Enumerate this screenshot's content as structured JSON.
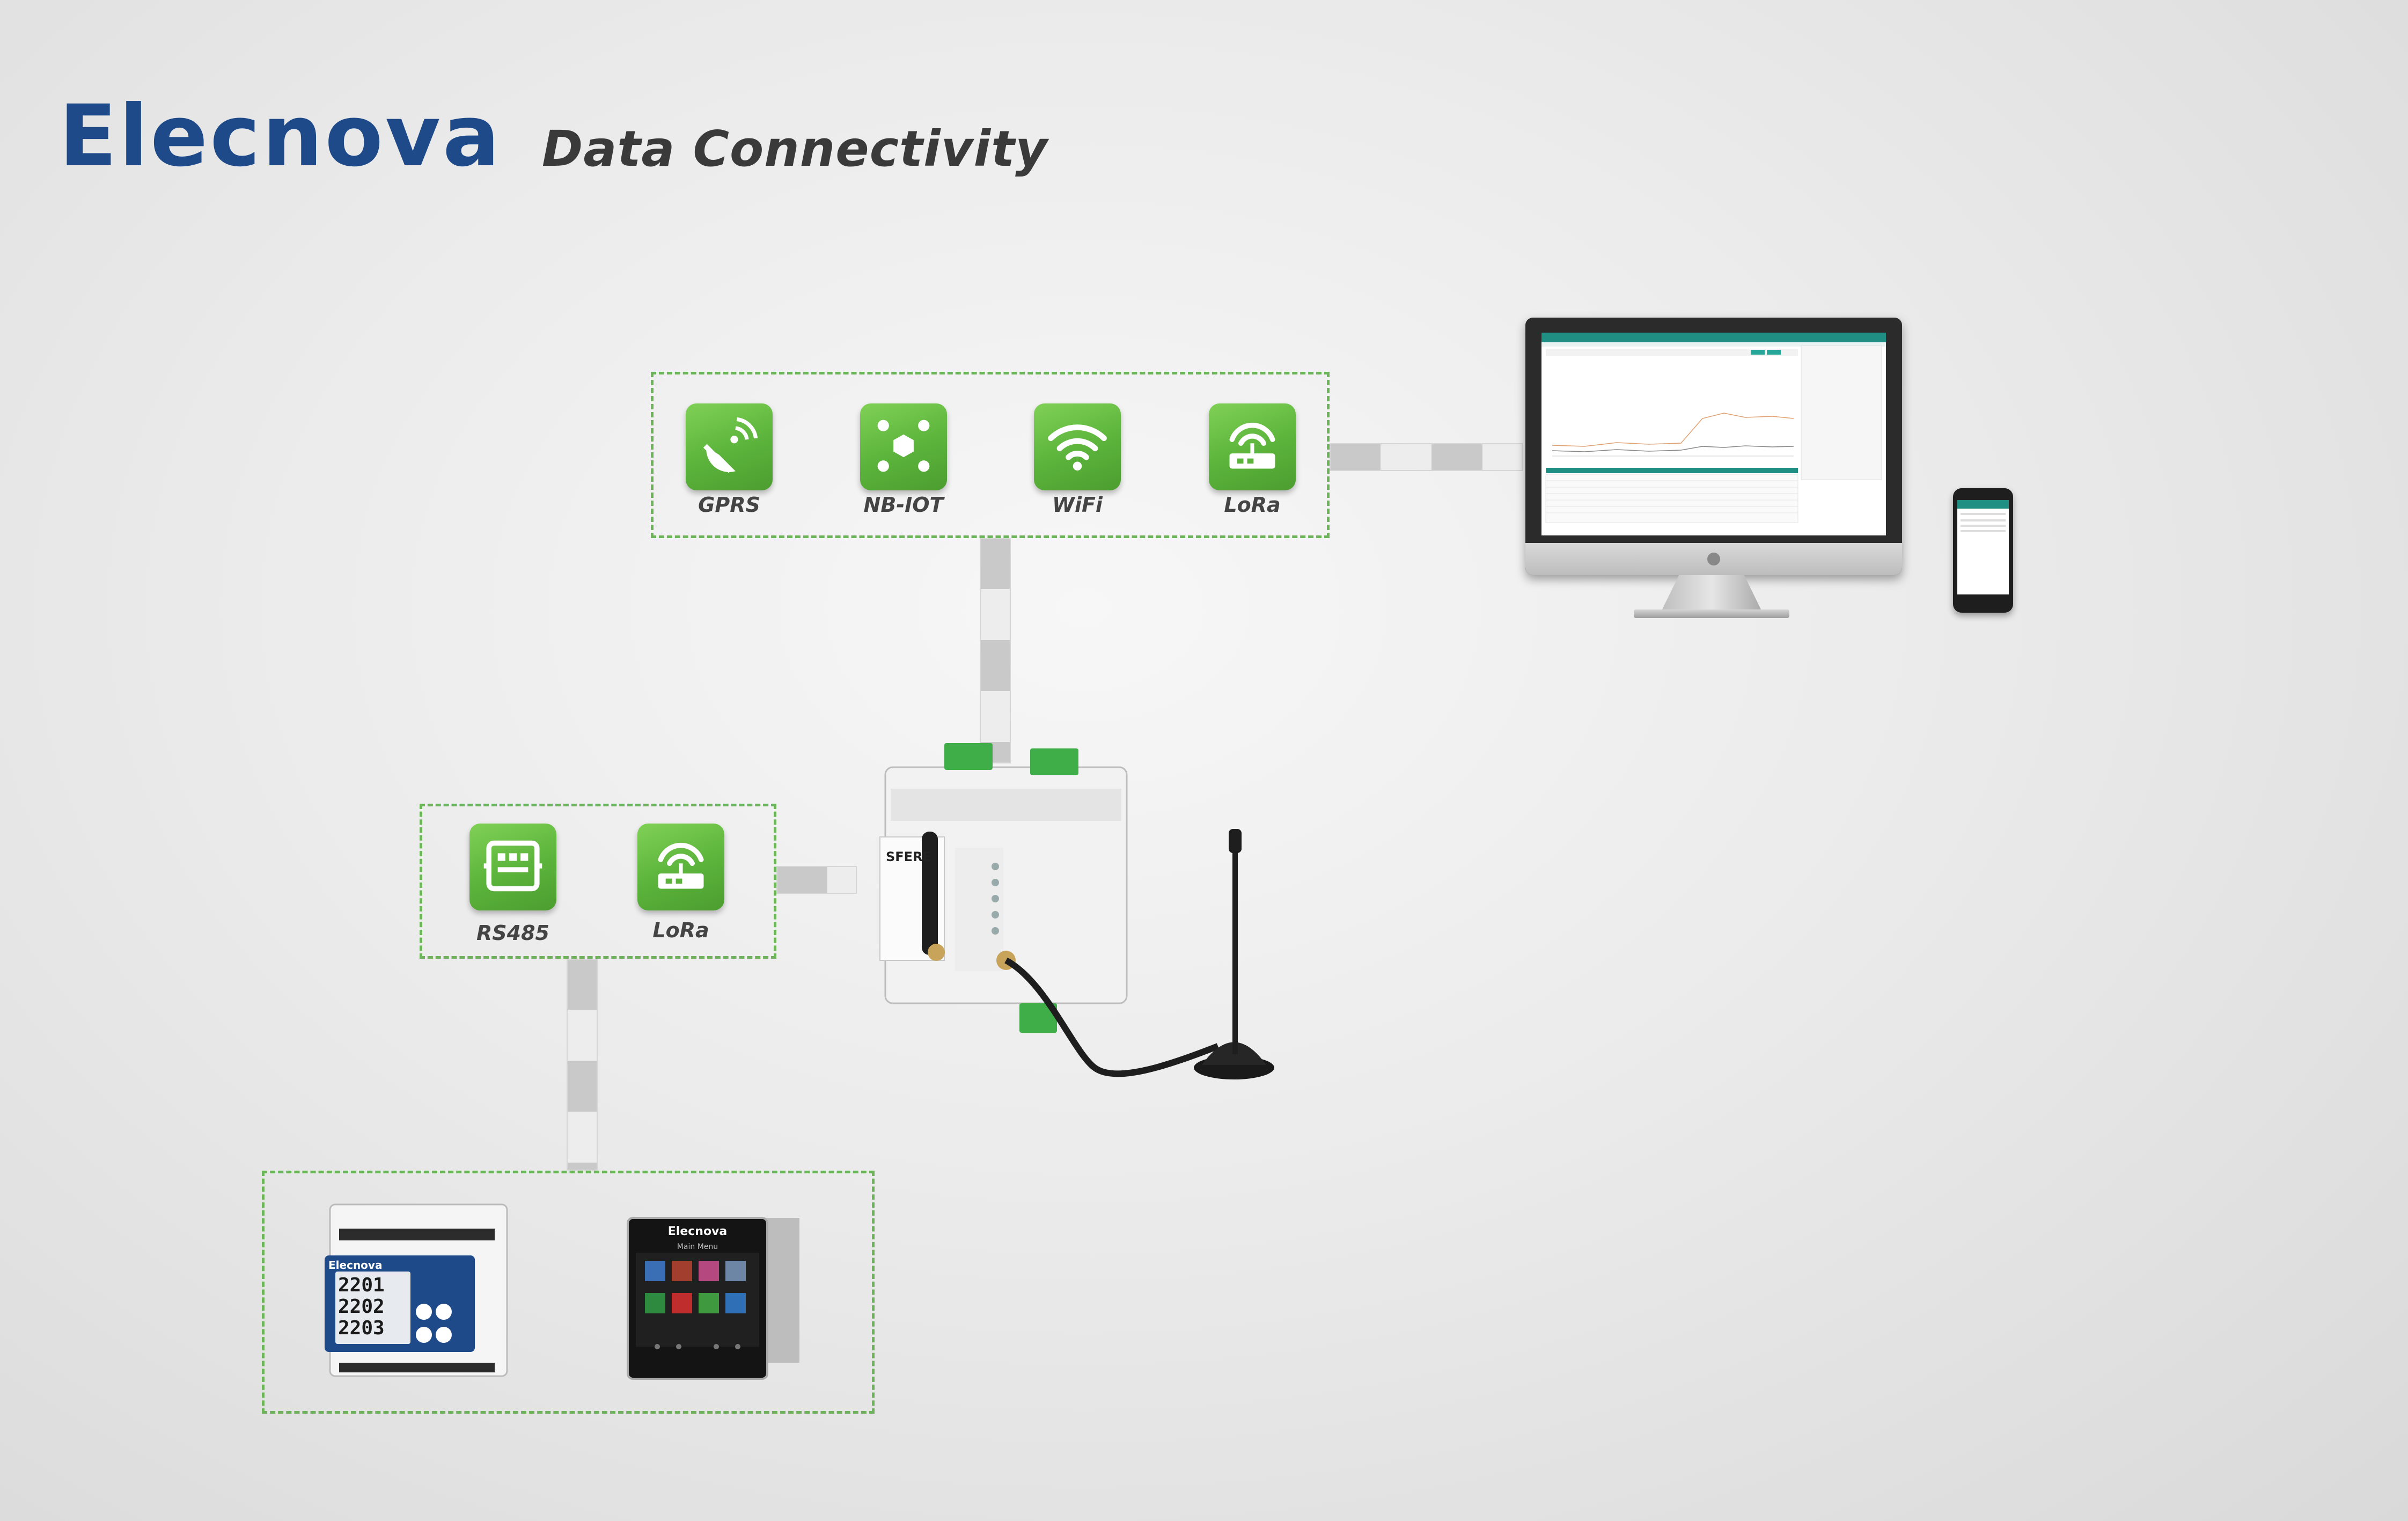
{
  "brand": {
    "logo_text": "Elecnova",
    "title": "Data Connectivity"
  },
  "top_group": {
    "items": [
      {
        "label": "GPRS",
        "icon": "satellite-dish-icon"
      },
      {
        "label": "NB-IOT",
        "icon": "nb-iot-network-icon"
      },
      {
        "label": "WiFi",
        "icon": "wifi-icon"
      },
      {
        "label": "LoRa",
        "icon": "lora-router-icon"
      }
    ]
  },
  "left_group": {
    "items": [
      {
        "label": "RS485",
        "icon": "rs485-connector-icon"
      },
      {
        "label": "LoRa",
        "icon": "lora-router-icon"
      }
    ]
  },
  "gateway": {
    "brand_label": "SFERE"
  },
  "meter_lcd": {
    "brand_label": "Elecnova",
    "readings": [
      "2201",
      "2202",
      "2203"
    ]
  },
  "meter_touch": {
    "brand_label": "Elecnova",
    "menu_title": "Main Menu"
  },
  "colors": {
    "brand_blue": "#1e4a8a",
    "tile_green": "#5bb33b",
    "dash_green": "#6db35a",
    "title_gray": "#3a3a3a"
  }
}
